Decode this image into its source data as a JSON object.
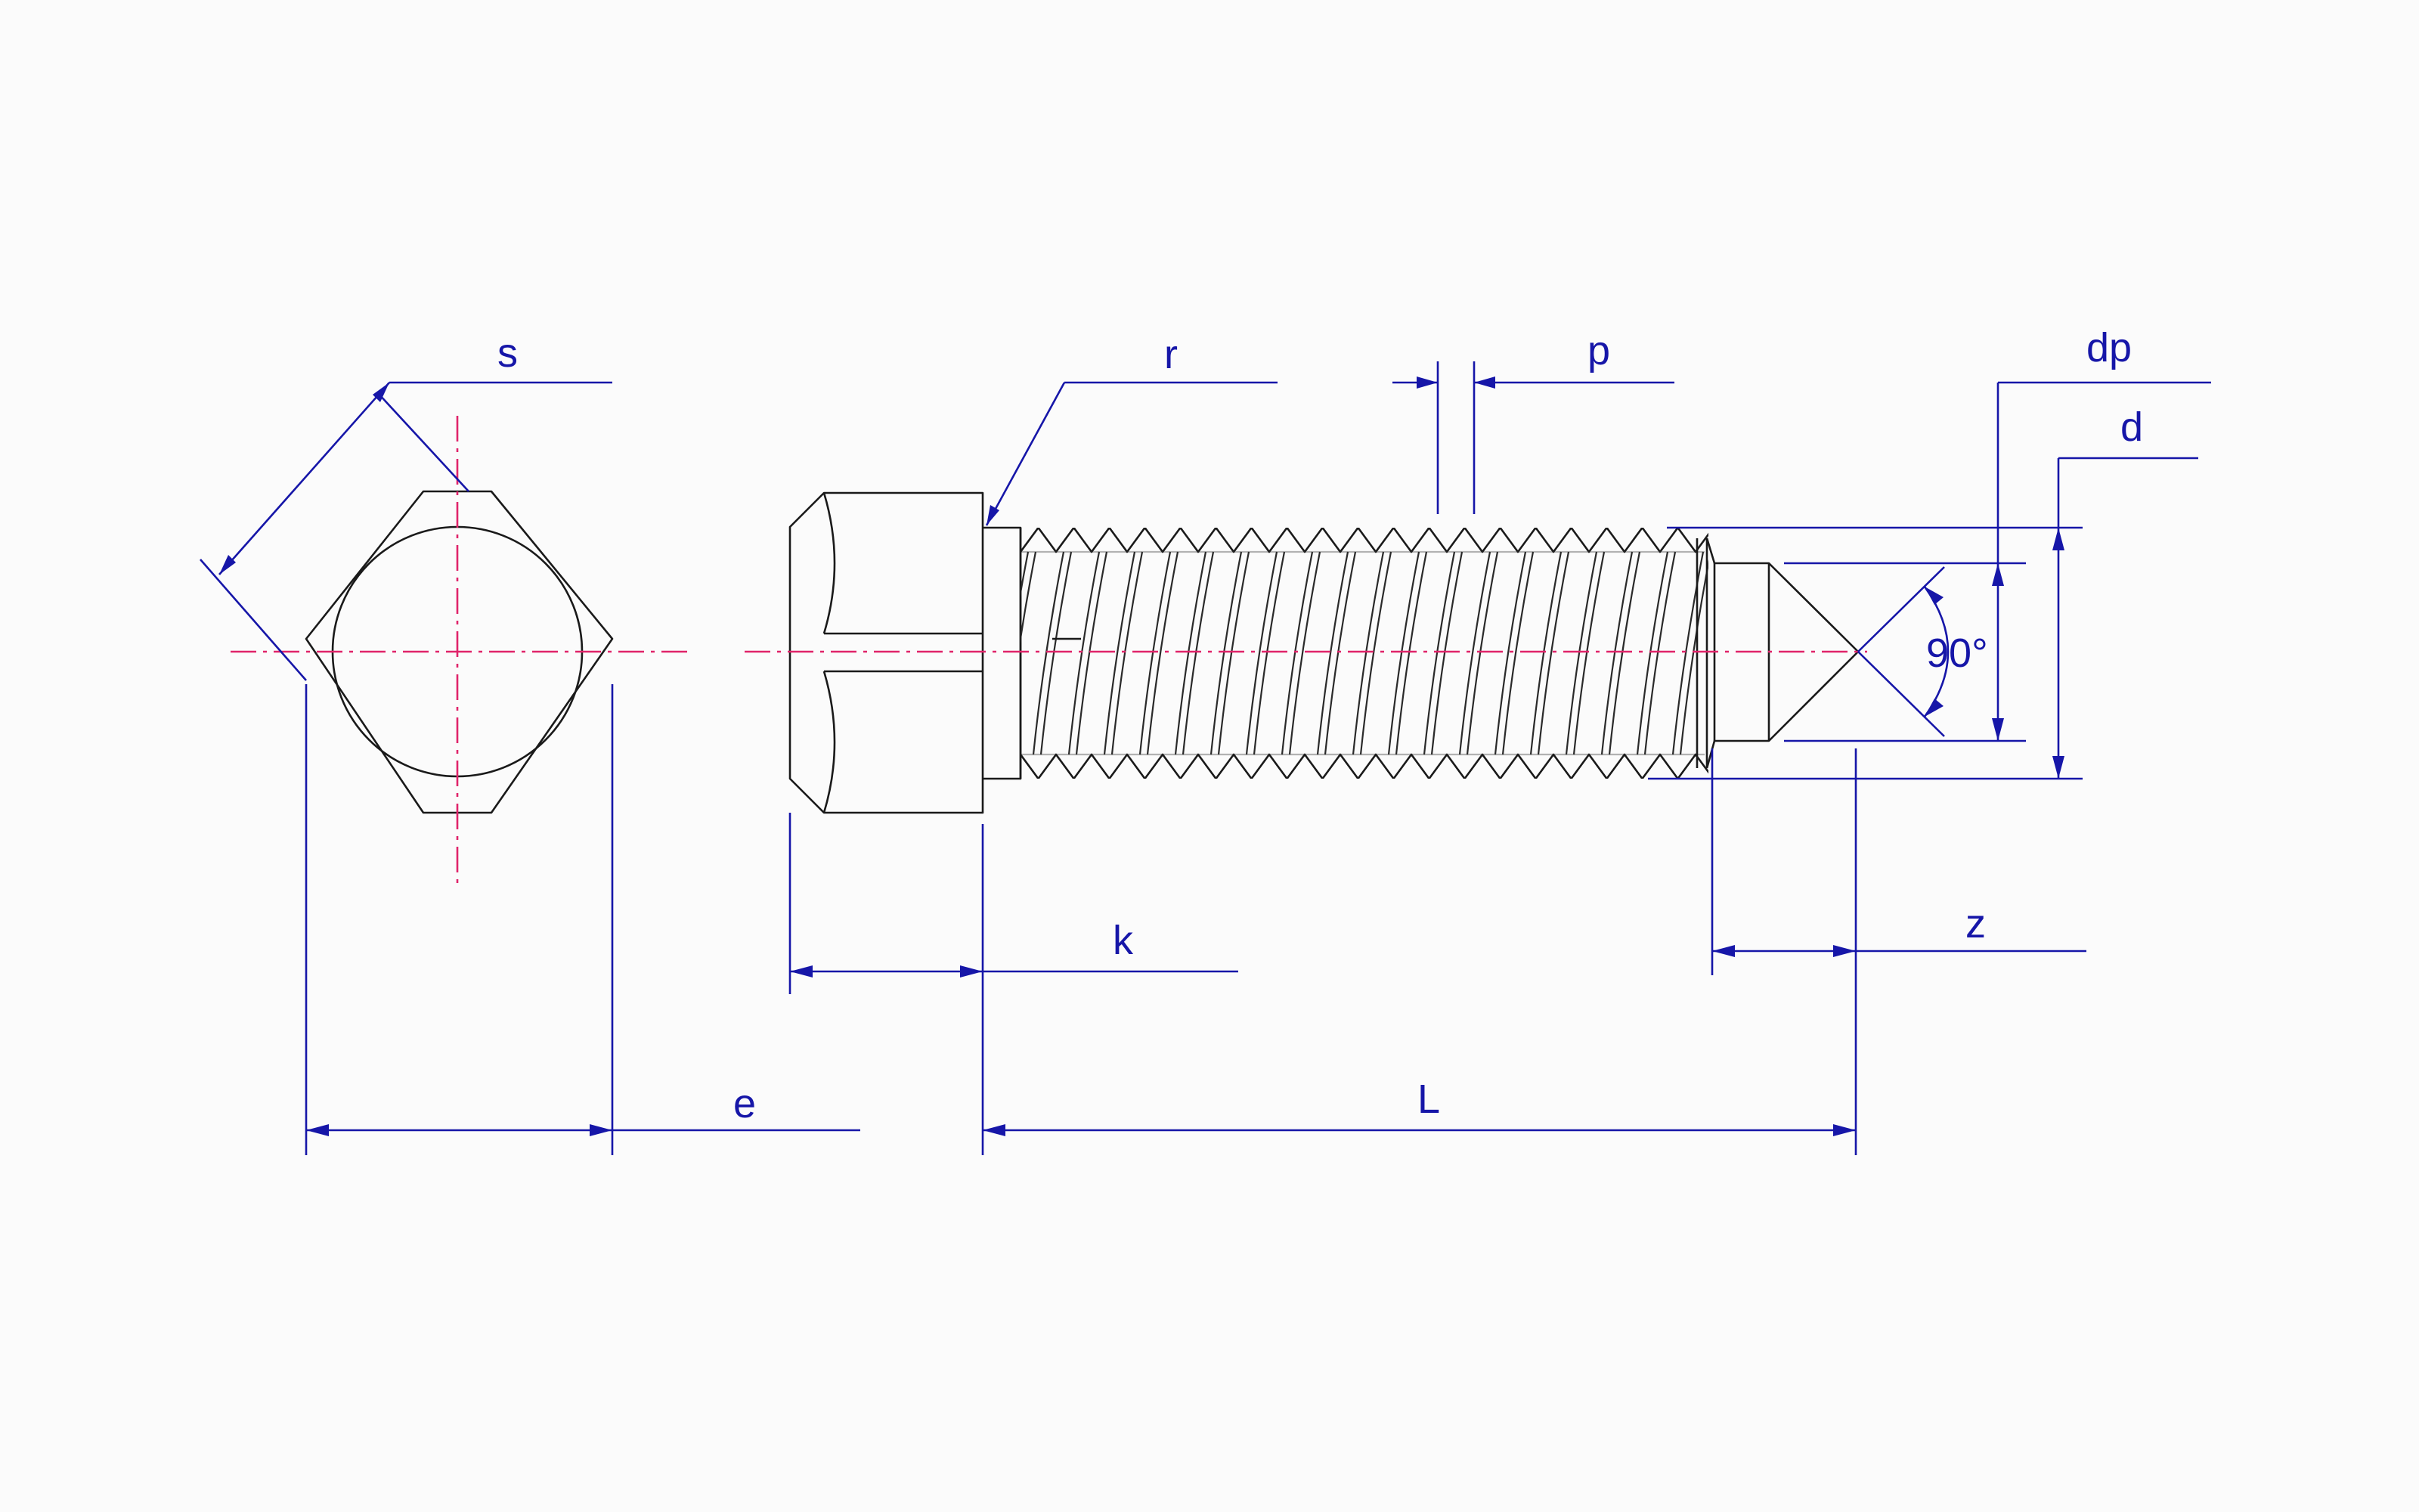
{
  "colors": {
    "dimension": "#1616a8",
    "centerline": "#e0246a",
    "outline": "#1a1a1a",
    "background": "#fbfbfb"
  },
  "labels": {
    "s": "s",
    "e": "e",
    "r": "r",
    "k": "k",
    "p": "p",
    "dp": "dp",
    "d": "d",
    "z": "z",
    "L": "L",
    "angle": "90°"
  }
}
